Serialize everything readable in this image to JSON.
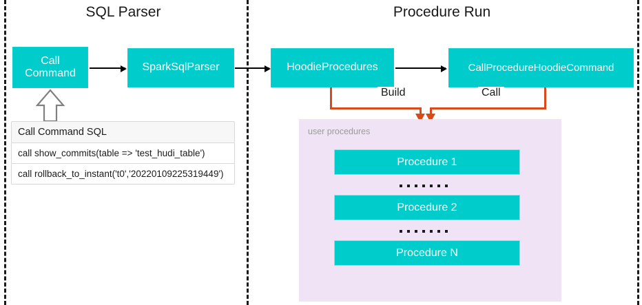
{
  "sections": {
    "left_title": "SQL Parser",
    "right_title": "Procedure Run"
  },
  "boxes": {
    "call_command": "Call\nCommand",
    "call_command_line1": "Call",
    "call_command_line2": "Command",
    "spark_sql_parser": "SparkSqlParser",
    "hoodie_procedures": "HoodieProcedures",
    "call_procedure_hoodie_command": "CallProcedureHoodieCommand"
  },
  "sql_table": {
    "header": "Call Command SQL",
    "rows": [
      "call show_commits(table => 'test_hudi_table')",
      "call rollback_to_instant('t0','20220109225319449')"
    ]
  },
  "connectors": {
    "build_label": "Build",
    "call_label": "Call"
  },
  "procedures_panel": {
    "label": "user procedures",
    "items": [
      "Procedure 1",
      "Procedure 2",
      "Procedure N"
    ],
    "ellipsis_dot_count": 7
  },
  "colors": {
    "teal": "#00CCCC",
    "panel_purple": "#F0E3F5",
    "orange": "#D94A1A",
    "text_dark": "#1A1A1A",
    "label_gray": "#9B9B9B",
    "arrow_gray": "#808080"
  }
}
